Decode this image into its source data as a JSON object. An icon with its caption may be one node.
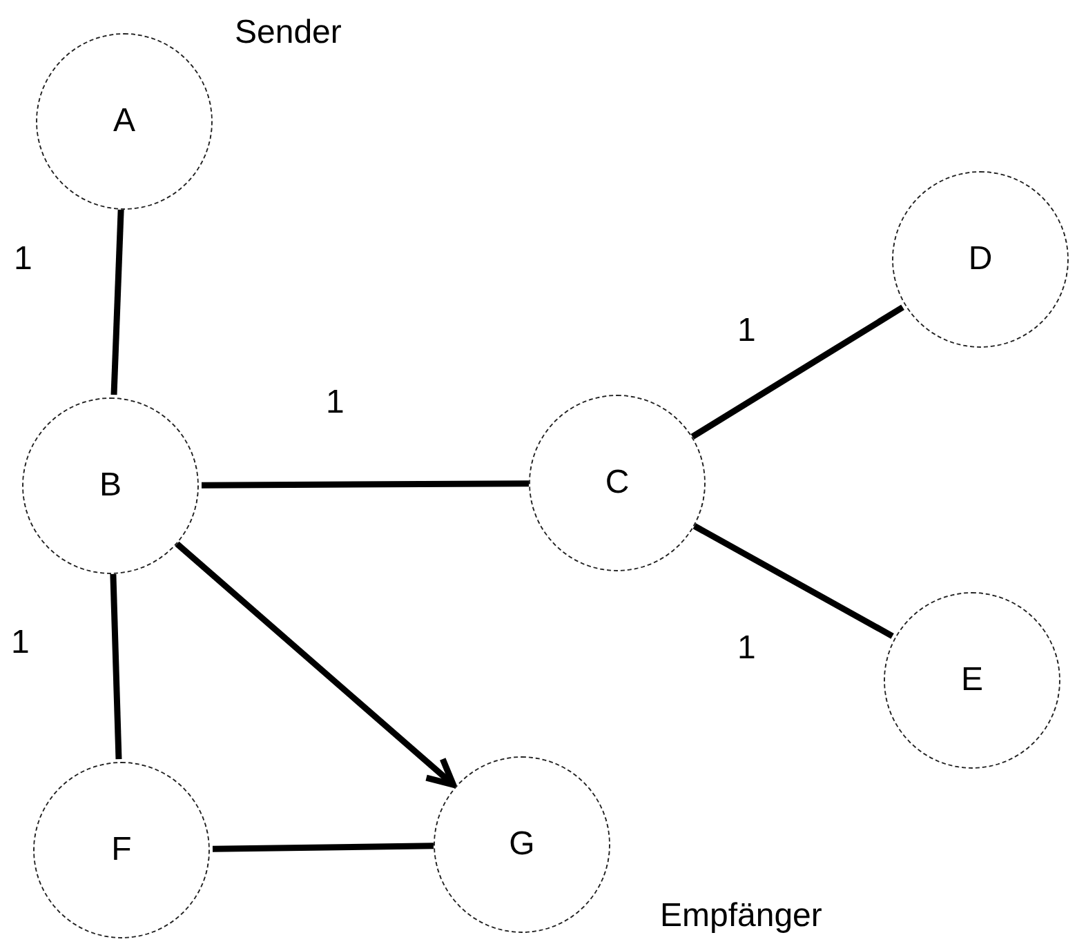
{
  "diagram": {
    "nodes": [
      {
        "text": [
          "A"
        ],
        "beside": [
          "Sender"
        ]
      },
      {
        "text": [
          "B"
        ]
      },
      {
        "text": [
          "C"
        ]
      },
      {
        "text": [
          "D"
        ]
      },
      {
        "text": [
          "E"
        ]
      },
      {
        "text": [
          "F"
        ]
      },
      {
        "text": [
          "G"
        ],
        "beside": [
          "Empfänger"
        ]
      }
    ],
    "edges": [
      {
        "from": 0,
        "to": 1,
        "arrow": "none",
        "label": "1"
      },
      {
        "from": 2,
        "to": 1,
        "arrow": "none",
        "label": "1"
      },
      {
        "from": 2,
        "to": 3,
        "arrow": "none",
        "label": "1"
      },
      {
        "from": 2,
        "to": 4,
        "arrow": "none",
        "label": "1"
      },
      {
        "from": 1,
        "to": 5,
        "arrow": "none",
        "label": "1"
      },
      {
        "from": 1,
        "to": 6,
        "arrow": "to"
      },
      {
        "from": 6,
        "to": 5,
        "arrow": "none"
      }
    ]
  }
}
